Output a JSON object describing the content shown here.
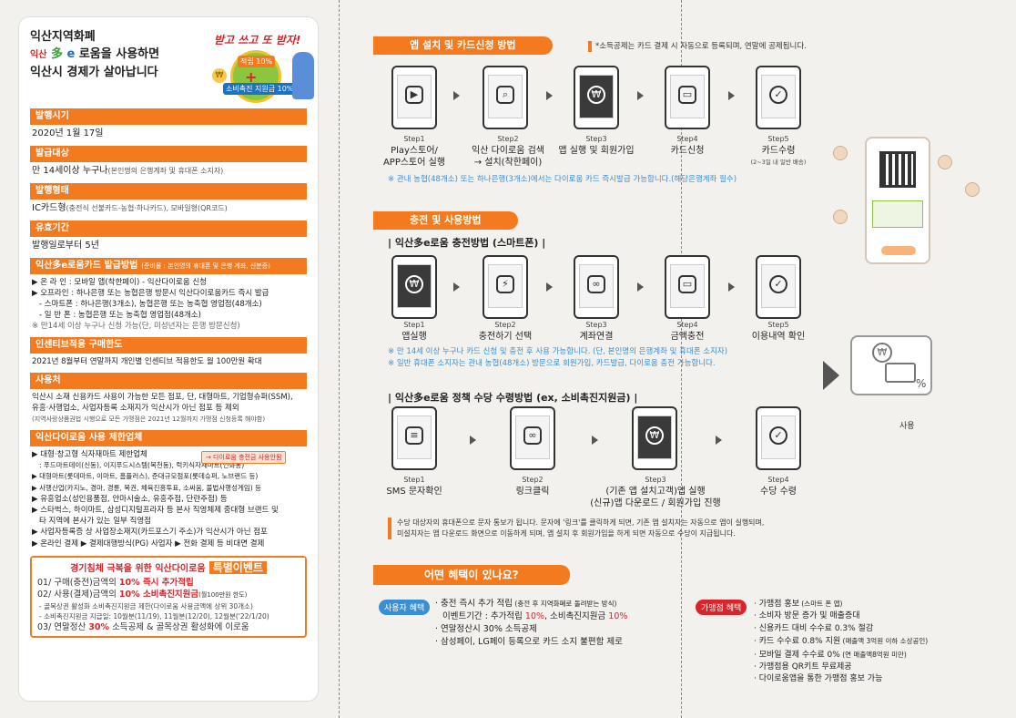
{
  "left": {
    "brand_line1": "익산지역화폐",
    "brand_pre": "익산",
    "brand_mid": "多",
    "brand_e": "e",
    "brand_post": "로움을 사용하면",
    "brand_line3": "익산시 경제가 살아납니다",
    "badge_title": "받고 쓰고 또 받자!",
    "badge_rate1": "적립 10%",
    "badge_rate2": "소비촉진 지원금 10%",
    "sections": [
      {
        "h": "발행시기",
        "b": "2020년 1월 17일"
      },
      {
        "h": "발급대상",
        "b": "만 14세이상 누구나",
        "s": "(본인명의 은행계좌 및 휴대폰 소지자)"
      },
      {
        "h": "발행형태",
        "b": "IC카드형",
        "s": "(충전식 선불카드-농협·하나카드), 모바일형(QR코드)"
      },
      {
        "h": "유효기간",
        "b": "발행일로부터 5년"
      }
    ],
    "apply_h": "익산多e로움카드 발급방법",
    "apply_h_sub": "(준비물 : 본인명의 휴대폰 및 은행 계좌, 신분증)",
    "apply_lines": [
      "▶ 온 라 인 : 모바일 앱(착한페이) - 익산다이로움 신청",
      "▶ 오프라인 : 하나은행 또는 농협은행 방문시 익산다이로움카드 즉시 발급",
      "- 스마트폰 : 하나은행(3개소), 농협은행 또는 농축협 영업점(48개소)",
      "- 일 반 폰 : 농협은행 또는 농축협 영업점(48개소)",
      "※ 만14세 이상 누구나 신청 가능(단, 미성년자는 은행 방문신청)"
    ],
    "inc_h": "인센티브적용 구매한도",
    "inc_b": "2021년 8월부터 연말까지 개인별 인센티브 적용한도 월 100만원 확대",
    "use_h": "사용처",
    "use_b1": "익산시 소재 신용카드 사용이 가능한 모든 점포, 단, 대형마트, 기업형슈퍼(SSM),",
    "use_b2": "유흥·사행업소, 사업자등록 소재지가 익산시가 아닌 점포 등 제외",
    "use_s": "(지역사랑상품권법 시행으로 모든 가맹점은 2021년 12월까지 가맹점 신청등록 해야함)",
    "limit_h": "익산다이로움 사용 제한업체",
    "limit_btn": "→ 다이로움 충전금 사용안됨",
    "limit_lines": [
      "▶ 대형·창고형 식자재마트 제한업체",
      ": 푸드마트데이(신동), 이지푸드시스템(목천동), 럭키식자재마트(인화동)",
      "▶ 대형마트(롯데마트, 이마트, 홈플러스), 준대규모점포(롯데슈퍼, 노브랜드 등)",
      "▶ 사행산업(카지노, 경마, 경륜, 복권, 체육진흥투표, 소싸움, 불법사행성게임) 등",
      "▶ 유흥업소(성인용품점, 안마시술소, 유흥주점, 단란주점) 등",
      "▶ 스타벅스, 하이마트, 삼성디지털프라자 등 본사 직영체제 중대형 브랜드 및",
      "타 지역에 본사가 있는 일부 직영점",
      "▶ 사업자등록증 상 사업장소재지(카드포스기 주소)가 익산시가 아닌 점포",
      "▶ 온라인 결제  ▶ 결제대행방식(PG) 사업자  ▶ 전화 결제 등 비대면 결제"
    ],
    "event_head_pre": "경기침체 극복을 위한 익산다이로움",
    "event_head_big": "특별이벤트",
    "event_lines": [
      {
        "pre": "01/ 구매(충전)금액의 ",
        "hl": "10% 즉시 추가적립",
        "post": ""
      },
      {
        "pre": "02/ 사용(결제)금액의 ",
        "hl": "10% 소비촉진지원금",
        "post": "(월100만원 한도)"
      }
    ],
    "event_subs": [
      "- 골목상권 활성화 소비촉진지원금 제한(다이로움 사용금액에 상위 30개소)",
      "- 소비촉진지원금 지급일: 10월분(11/19), 11월분(12/20), 12월분('22/1/20)"
    ],
    "event_line3_pre": "03/ 연말정산 ",
    "event_line3_hl": "30%",
    "event_line3_post": " 소득공제 & 골목상권 활성화에 이로움"
  },
  "install": {
    "title": "앱 설치 및 카드신청 방법",
    "note": "*소득공제는 카드 결제 시 자동으로 등록되며, 연말에 공제됩니다.",
    "steps": [
      {
        "n": "Step1",
        "t1": "Play스토어/",
        "t2": "APP스토어 실행"
      },
      {
        "n": "Step2",
        "t1": "익산 다이로움 검색",
        "t2": "→ 설치(착한페이)"
      },
      {
        "n": "Step3",
        "t1": "앱 실행 및 회원가입",
        "t2": ""
      },
      {
        "n": "Step4",
        "t1": "카드신청",
        "t2": ""
      },
      {
        "n": "Step5",
        "t1": "카드수령",
        "t2": "(2~3일 내 일반 배송)"
      }
    ],
    "blue": "※ 관내 농협(48개소) 또는 하나은행(3개소)에서는 다이로움 카드 즉시발급 가능합니다.(해당은행계좌 필수)"
  },
  "charge": {
    "title": "충전 및 사용방법",
    "subtitle": "| 익산多e로움 충전방법 (스마트폰) |",
    "steps": [
      {
        "n": "Step1",
        "t": "앱실행"
      },
      {
        "n": "Step2",
        "t": "충전하기 선택"
      },
      {
        "n": "Step3",
        "t": "계좌연결"
      },
      {
        "n": "Step4",
        "t": "금액충전"
      },
      {
        "n": "Step5",
        "t": "이용내역 확인"
      }
    ],
    "blue1": "※ 만 14세 이상 누구나 카드 신청 및 충전 후 사용 가능합니다. (단, 본인명의 은행계좌 및 휴대폰 소지자)",
    "blue2": "※ 일반 휴대폰 소지자는 관내 농협(48개소) 방문으로 회원가입, 카드발급, 다이로움 충전 가능합니다.",
    "use_label": "사용"
  },
  "policy": {
    "subtitle": "| 익산多e로움 정책 수당 수령방법 (ex, 소비촉진지원금) |",
    "steps": [
      {
        "n": "Step1",
        "t1": "SMS 문자확인",
        "t2": ""
      },
      {
        "n": "Step2",
        "t1": "링크클릭",
        "t2": ""
      },
      {
        "n": "Step3",
        "t1": "(기존 앱 설치고객)앱 실행",
        "t2": "(신규)앱 다운로드 / 회원가입 진행"
      },
      {
        "n": "Step4",
        "t1": "수당 수령",
        "t2": ""
      }
    ],
    "note1": "수당 대상자의 휴대폰으로 문자 통보가 됩니다.  문자에 '링크'를 클릭하게 되면, 기존 앱 설치자는 자동으로 앱이 실행되며,",
    "note2": "미설치자는 앱 다운로드 화면으로 이동하게 되며, 앱 설치 후  회원가입을 하게 되면 자동으로 수당이 지급됩니다."
  },
  "benefits": {
    "title": "어떤 혜택이 있나요?",
    "user_tag": "사용자 혜택",
    "user_lines": [
      {
        "a": "· 충전 즉시 추가 적립",
        "s": " (충전 후 지역화폐로 돌려받는 방식)"
      },
      {
        "a": "이벤트기간 : 추가적립 ",
        "h": "10%",
        "b": ", 소비촉진지원금 ",
        "h2": "10%"
      },
      {
        "a": "· 연말정산시 30% 소득공제"
      },
      {
        "a": "· 삼성페이, LG페이 등록으로 카드 소지 불편함 제로"
      }
    ],
    "shop_tag": "가맹점 혜택",
    "shop_lines": [
      {
        "a": "· 가맹점 홍보",
        "s": " (스마트 폰 앱)"
      },
      {
        "a": "· 소비자 방문 증가 및 매출증대"
      },
      {
        "a": "· 신용카드 대비 수수료 0.3% 절감"
      },
      {
        "a": "· 카드 수수료 0.8% 지원",
        "s": " (매출액 3억원 이하 소상공인)"
      },
      {
        "a": "· 모바일 결제 수수료 0%",
        "s": " (연 매출액8억원 미만)"
      },
      {
        "a": "· 가맹점용 QR키트 무료제공"
      },
      {
        "a": "· 다이로움앱을 통한 가맹점 홍보 가능"
      }
    ]
  },
  "colors": {
    "accent": "#f47a20",
    "red": "#d9242b",
    "blue": "#3a8ed4",
    "green": "#37a035"
  }
}
